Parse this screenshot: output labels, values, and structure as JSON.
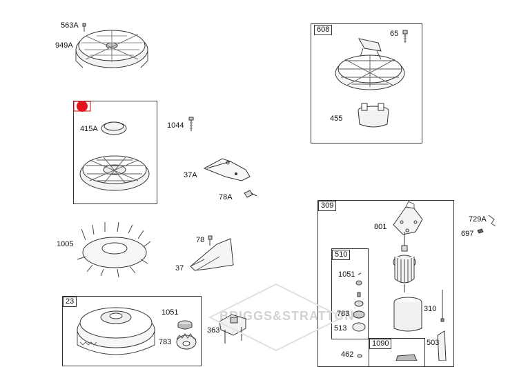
{
  "diagram": {
    "watermark": "BRIGGS&STRATTON",
    "boxes": {
      "b608": "608",
      "b309": "309",
      "b510": "510",
      "b23": "23",
      "b1090": "1090"
    },
    "labels": {
      "p563A": "563A",
      "p949A": "949A",
      "p415A": "415A",
      "p1044": "1044",
      "p37A": "37A",
      "p78A": "78A",
      "p65": "65",
      "p455": "455",
      "p1005": "1005",
      "p78": "78",
      "p37": "37",
      "p729A": "729A",
      "p697": "697",
      "p801": "801",
      "p1051a": "1051",
      "p783a": "783",
      "p513": "513",
      "p310": "310",
      "p503": "503",
      "p462": "462",
      "p1051b": "1051",
      "p783b": "783",
      "p363": "363"
    }
  }
}
